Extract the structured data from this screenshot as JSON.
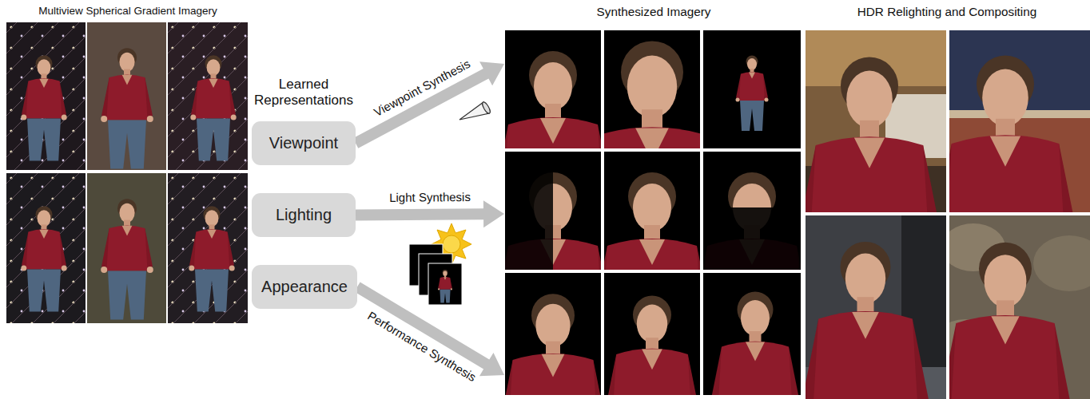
{
  "diagram": {
    "nodes": [
      {
        "text": [
          "Multiview Spherical Gradient Imagery"
        ]
      },
      {
        "text": [
          "Viewpoint"
        ]
      },
      {
        "text": [
          "Lighting"
        ]
      },
      {
        "text": [
          "Appearance"
        ]
      },
      {
        "text": [
          "Synthesized Imagery"
        ]
      },
      {
        "text": [
          "HDR Relighting and Compositing"
        ]
      }
    ],
    "edges": [
      {
        "from": 1,
        "to": 4,
        "label": "Viewpoint Synthesis",
        "arrow": "to"
      },
      {
        "from": 2,
        "to": 4,
        "label": "Light Synthesis",
        "arrow": "to"
      },
      {
        "from": 3,
        "to": 4,
        "label": "Performance Synthesis",
        "arrow": "to"
      }
    ],
    "labels": [
      "Learned Representations"
    ]
  }
}
